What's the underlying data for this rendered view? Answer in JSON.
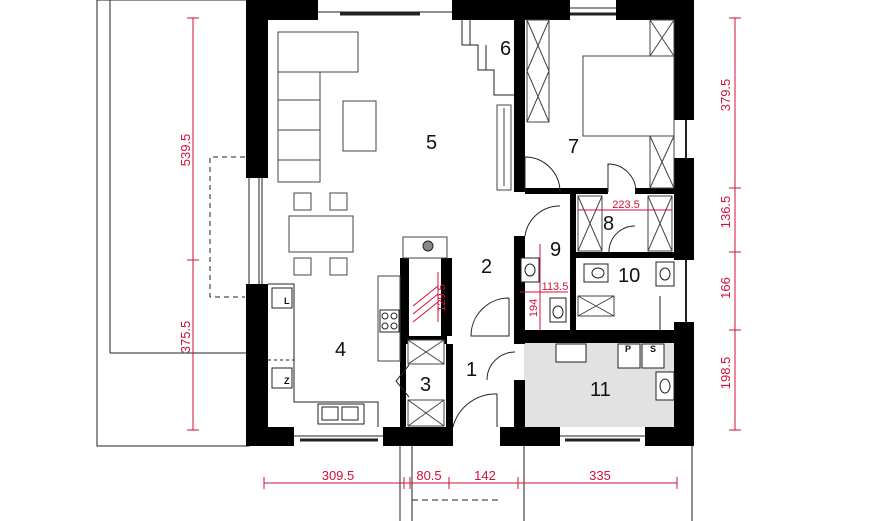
{
  "rooms": {
    "r1": "1",
    "r2": "2",
    "r3": "3",
    "r4": "4",
    "r5": "5",
    "r6": "6",
    "r7": "7",
    "r8": "8",
    "r9": "9",
    "r10": "10",
    "r11": "11"
  },
  "dimensions": {
    "left_upper": "539.5",
    "left_lower": "375.5",
    "right_1": "379.5",
    "right_2": "136.5",
    "right_3": "166",
    "right_4": "198.5",
    "bottom_1": "309.5",
    "bottom_2": "80.5",
    "bottom_3": "142",
    "bottom_4": "335",
    "inner_223": "223.5",
    "inner_129": "129.5",
    "inner_113": "113.5",
    "inner_194": "194"
  },
  "fixtures": {
    "fridge": "L",
    "freezer": "Z",
    "washer": "P",
    "dryer": "S"
  },
  "colors": {
    "walls": "#000000",
    "dimensions": "#d0103a",
    "utility_floor": "#e2e2e2"
  }
}
